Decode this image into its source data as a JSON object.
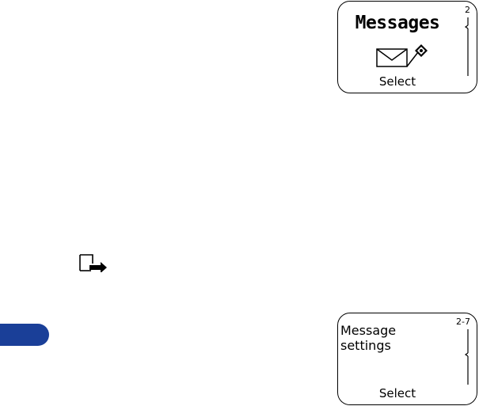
{
  "screen1": {
    "title": "Messages",
    "softkey": "Select",
    "indicator": "2",
    "icon": "envelope-pen-icon"
  },
  "screen2": {
    "title_lines": [
      "Message",
      "settings"
    ],
    "softkey": "Select",
    "indicator": "2-7"
  },
  "note_icon": "note-icon",
  "colors": {
    "tab": "#1a3f98"
  }
}
